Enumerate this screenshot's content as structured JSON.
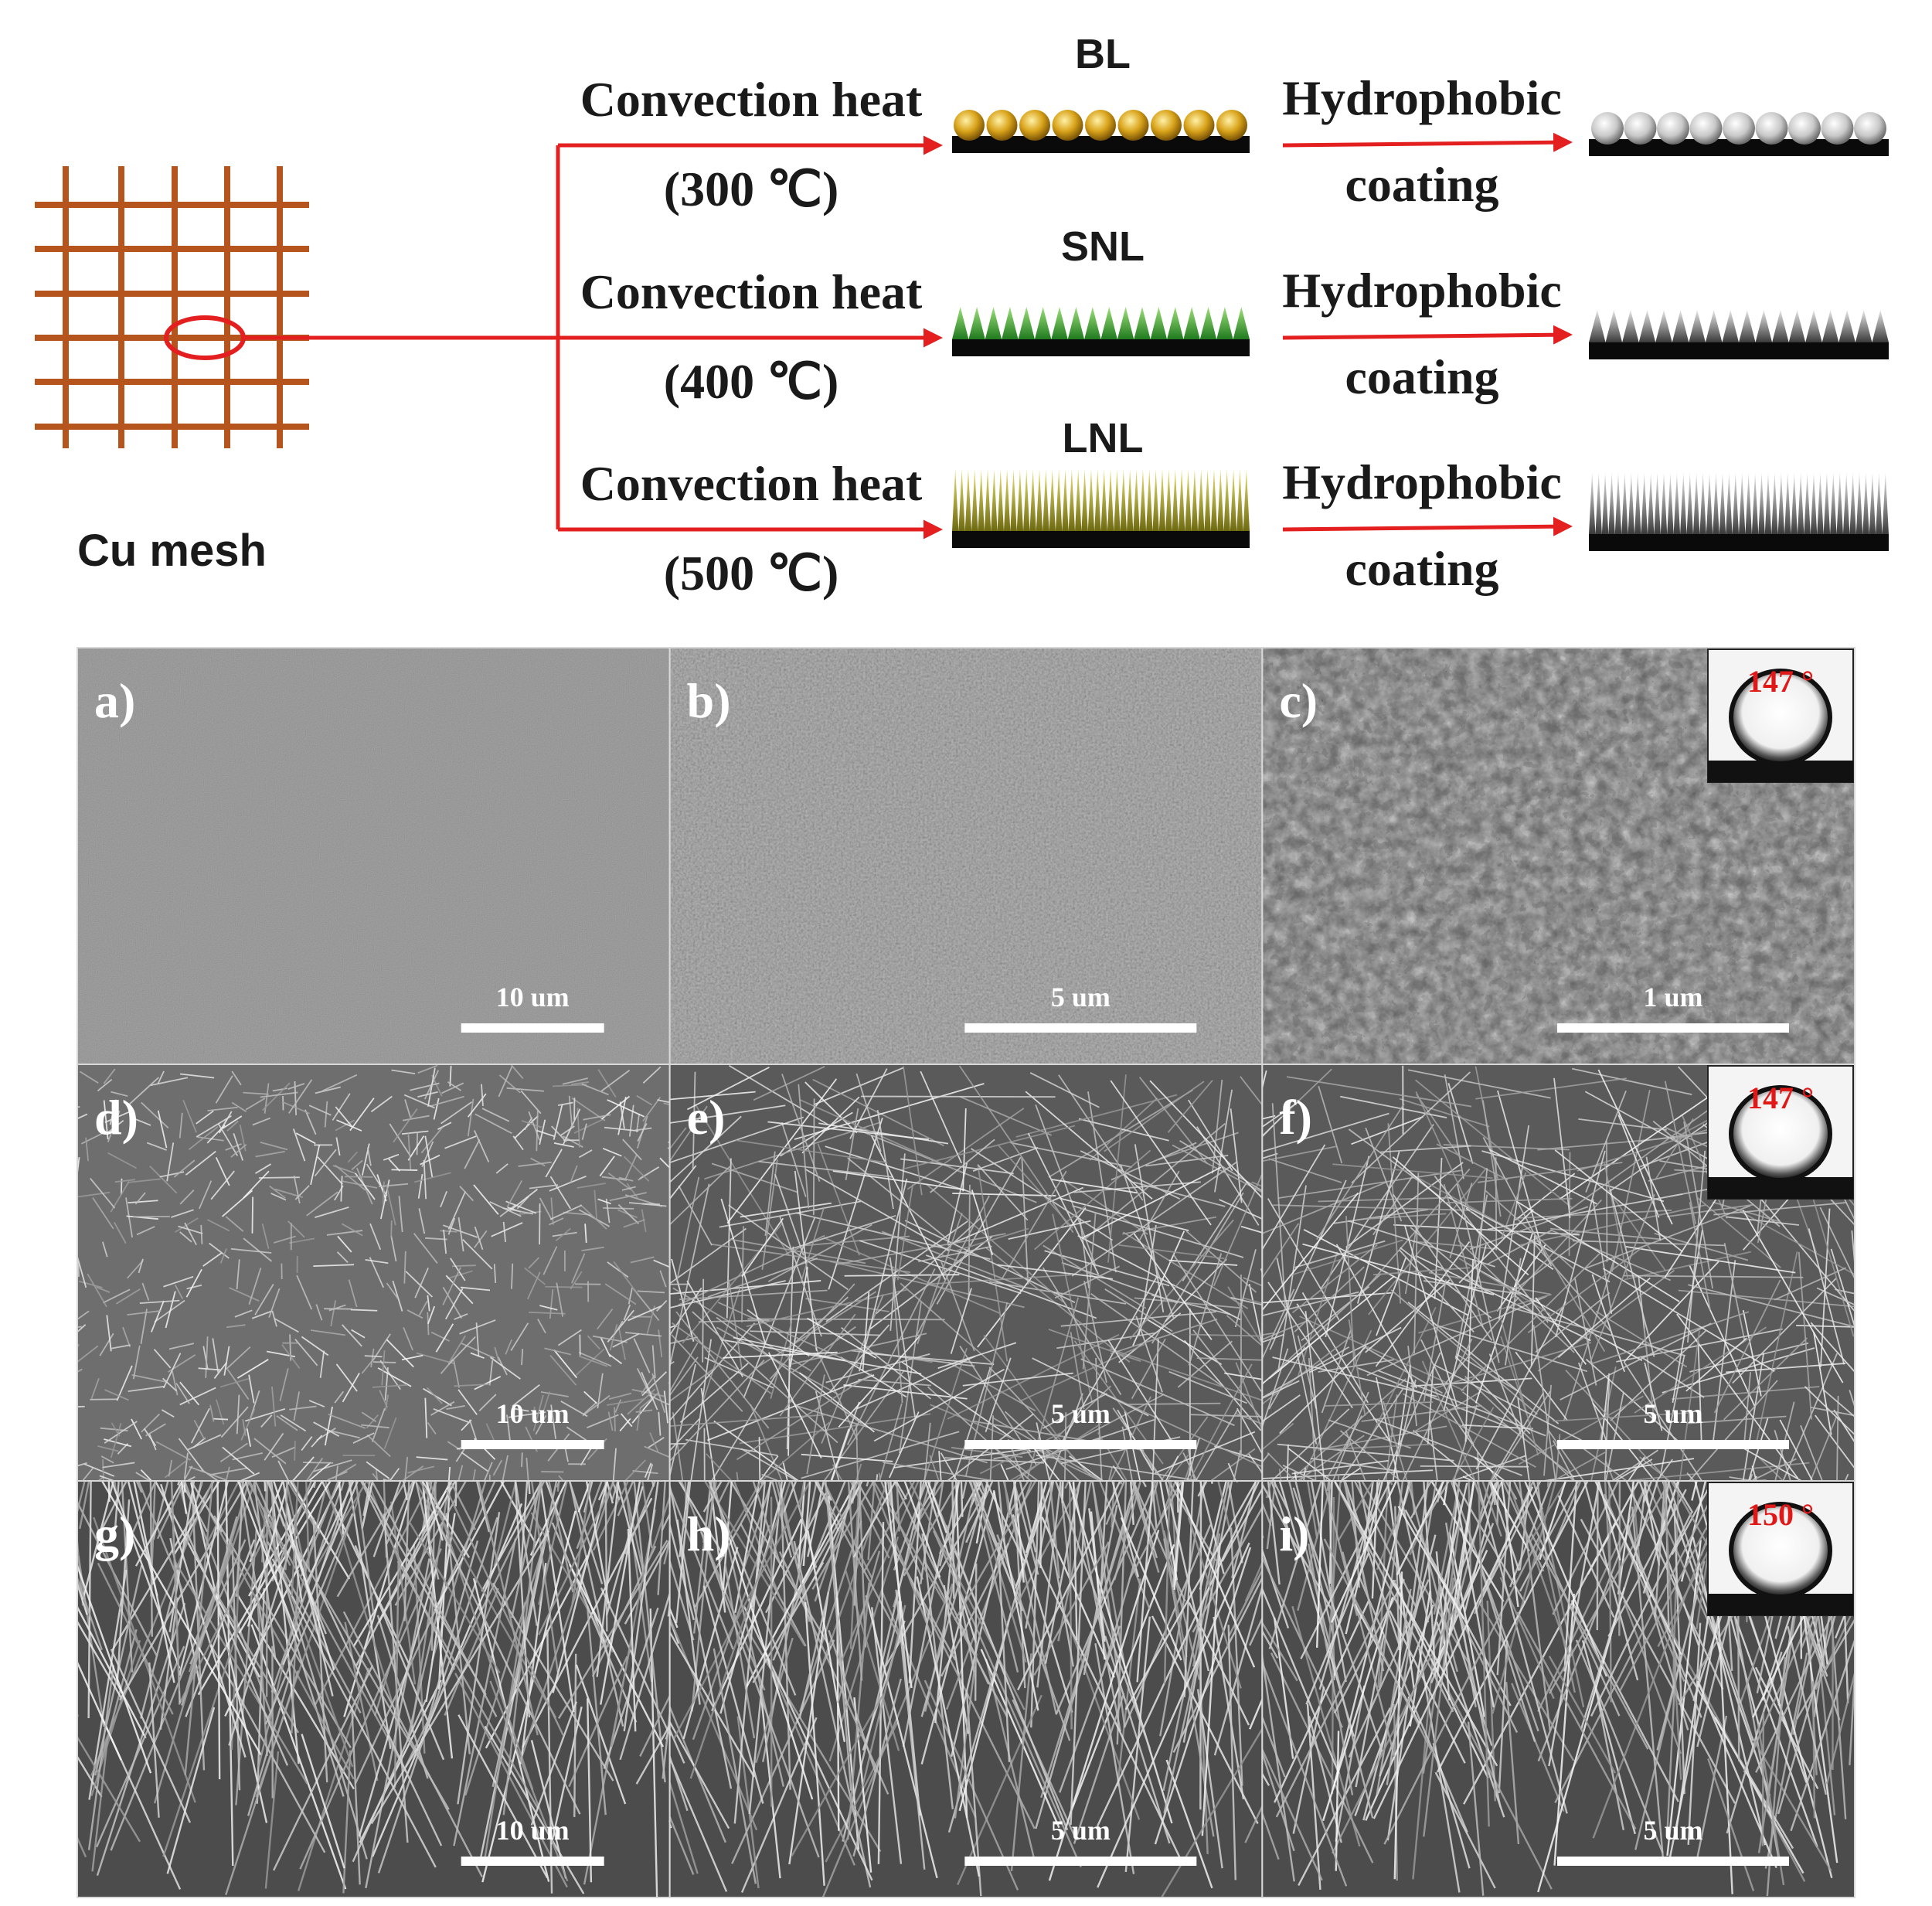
{
  "scheme": {
    "substrate_label": "Cu mesh",
    "process_rows": [
      {
        "heat_label": "Convection heat",
        "temperature": "(300 ℃)",
        "structure_label": "BL",
        "coating_line1": "Hydrophobic",
        "coating_line2": "coating",
        "structure_color": "#d4a017"
      },
      {
        "heat_label": "Convection heat",
        "temperature": "(400 ℃)",
        "structure_label": "SNL",
        "coating_line1": "Hydrophobic",
        "coating_line2": "coating",
        "structure_color": "#3fa535"
      },
      {
        "heat_label": "Convection heat",
        "temperature": "(500 ℃)",
        "structure_label": "LNL",
        "coating_line1": "Hydrophobic",
        "coating_line2": "coating",
        "structure_color": "#b8b418"
      }
    ],
    "mesh_color": "#b5541c",
    "arrow_color": "#e41f1f"
  },
  "micrographs": {
    "panels": [
      {
        "label": "a)",
        "scale_bar": "10 um",
        "texture": "flat"
      },
      {
        "label": "b)",
        "scale_bar": "5 um",
        "texture": "granular"
      },
      {
        "label": "c)",
        "scale_bar": "1 um",
        "texture": "particles",
        "contact_angle": "147 °"
      },
      {
        "label": "d)",
        "scale_bar": "10 um",
        "texture": "short-wires"
      },
      {
        "label": "e)",
        "scale_bar": "5 um",
        "texture": "wires"
      },
      {
        "label": "f)",
        "scale_bar": "5 um",
        "texture": "wires",
        "contact_angle": "147 °"
      },
      {
        "label": "g)",
        "scale_bar": "10 um",
        "texture": "long-wires"
      },
      {
        "label": "h)",
        "scale_bar": "5 um",
        "texture": "long-wires"
      },
      {
        "label": "i)",
        "scale_bar": "5 um",
        "texture": "long-wires",
        "contact_angle": "150 °"
      }
    ]
  }
}
